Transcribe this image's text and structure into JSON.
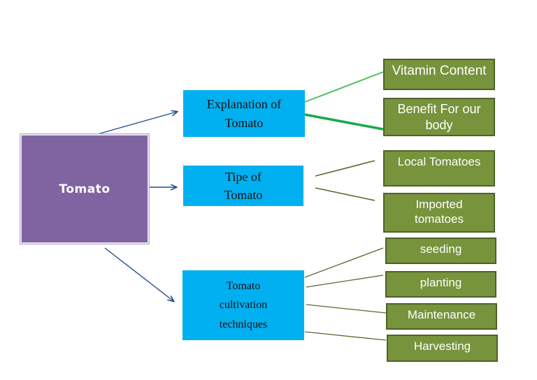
{
  "root": {
    "label": "Tomato"
  },
  "categories": [
    {
      "label": "Explanation of\nTomato"
    },
    {
      "label": "Tipe of\nTomato"
    },
    {
      "label": "Tomato\ncultivation\ntechniques"
    }
  ],
  "leaves": [
    {
      "label": "Vitamin Content"
    },
    {
      "label": "Benefit For our\nbody"
    },
    {
      "label": "Local Tomatoes"
    },
    {
      "label": "Imported\ntomatoes"
    },
    {
      "label": "seeding"
    },
    {
      "label": "planting"
    },
    {
      "label": "Maintenance"
    },
    {
      "label": "Harvesting"
    }
  ],
  "colors": {
    "root_fill": "#8064a2",
    "category_fill": "#00b0f0",
    "leaf_fill": "#77933c",
    "leaf_border": "#4f6228",
    "arrow": "#1f4e8c",
    "connector_green": "#3cb44b",
    "connector_olive": "#5a6a2e"
  }
}
